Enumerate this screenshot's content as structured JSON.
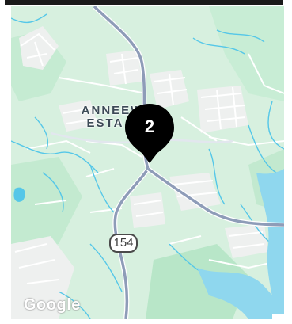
{
  "map": {
    "area_label_line1": "ANNEEW",
    "area_label_line2": "ESTA",
    "route_shield": "154",
    "marker_number": "2",
    "attribution": "Google",
    "colors": {
      "land": "#d7f0df",
      "park": "#b8e6c8",
      "water": "#55c7e8",
      "water_light": "#8fd7ee",
      "road": "#8e9cb8",
      "local_road": "#ffffff",
      "built_area": "#eef0ef",
      "marker": "#000000"
    }
  }
}
